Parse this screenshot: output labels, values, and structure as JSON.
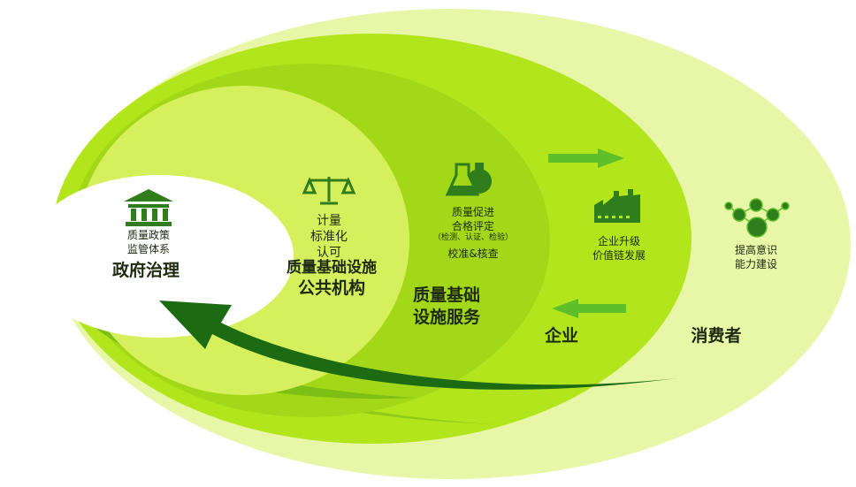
{
  "colors": {
    "outer": "#eaf7b0",
    "enterprise": "#b3e51c",
    "service": "#9fd616",
    "public": "#d6ef5c",
    "dark": "#1c6b12",
    "icon": "#2f7d1c"
  },
  "government": {
    "icon": "bank-icon",
    "line1": "质量政策",
    "line2": "监管体系",
    "title": "政府治理"
  },
  "public": {
    "icon": "scales-icon",
    "line1": "计量",
    "line2": "标准化",
    "line3": "认可",
    "title1": "质量基础设施",
    "title2": "公共机构"
  },
  "service": {
    "icon": "flask-icon",
    "line1": "质量促进",
    "line2": "合格评定",
    "line3": "（检测、认证、检验）",
    "line4": "校准&核查",
    "title1": "质量基础",
    "title2": "设施服务"
  },
  "enterprise": {
    "icon": "factory-icon",
    "line1": "企业升级",
    "line2": "价值链发展",
    "title": "企业"
  },
  "consumer": {
    "icon": "network-icon",
    "line1": "提高意识",
    "line2": "能力建设",
    "title": "消费者"
  }
}
